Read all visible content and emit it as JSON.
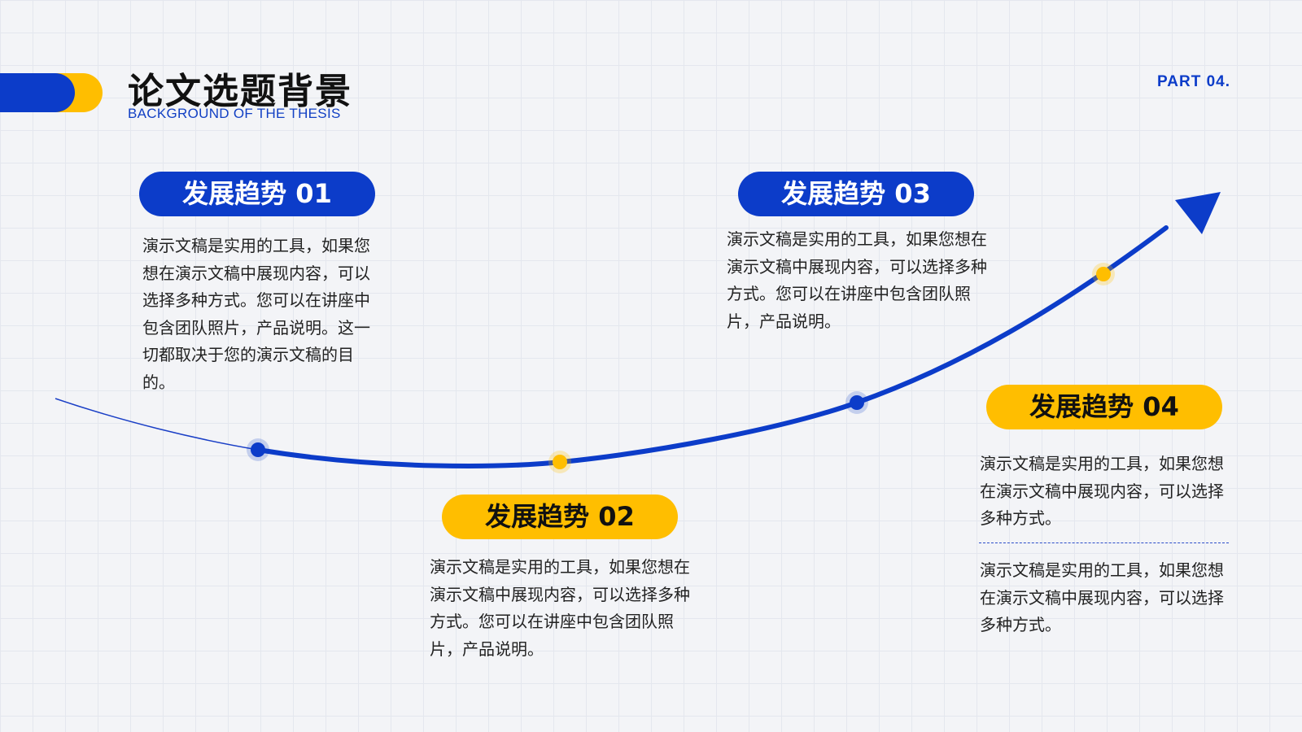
{
  "header": {
    "title": "论文选题背景",
    "subtitle": "BACKGROUND OF THE THESIS",
    "part": "PART 04."
  },
  "trends": [
    {
      "label": "发展趋势 01",
      "text": "演示文稿是实用的工具，如果您想在演示文稿中展现内容，可以选择多种方式。您可以在讲座中包含团队照片，产品说明。这一切都取决于您的演示文稿的目的。"
    },
    {
      "label": "发展趋势 02",
      "text": "演示文稿是实用的工具，如果您想在演示文稿中展现内容，可以选择多种方式。您可以在讲座中包含团队照片，产品说明。"
    },
    {
      "label": "发展趋势 03",
      "text": "演示文稿是实用的工具，如果您想在演示文稿中展现内容，可以选择多种方式。您可以在讲座中包含团队照片，产品说明。"
    },
    {
      "label": "发展趋势 04",
      "text": "演示文稿是实用的工具，如果您想在演示文稿中展现内容，可以选择多种方式。",
      "text2": "演示文稿是实用的工具，如果您想在演示文稿中展现内容，可以选择多种方式。"
    }
  ],
  "colors": {
    "primary": "#0c3cc9",
    "accent": "#ffbe00"
  }
}
